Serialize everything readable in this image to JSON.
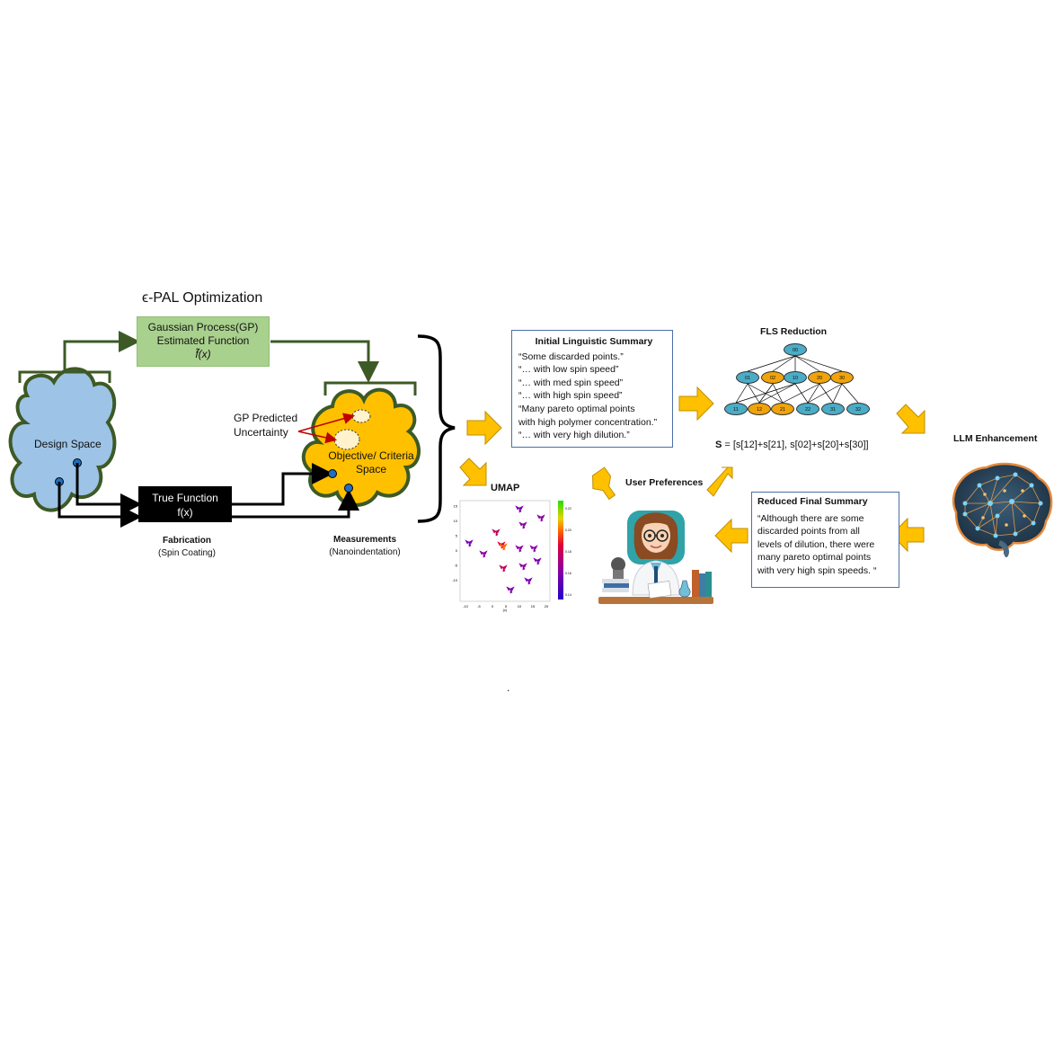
{
  "title": "ϵ-PAL Optimization",
  "gp_box": {
    "line1": "Gaussian Process(GP)",
    "line2": "Estimated Function",
    "line3": "f̃(x)"
  },
  "design_space": "Design Space",
  "true_function": {
    "line1": "True Function",
    "line2": "f(x)"
  },
  "fabrication": {
    "title": "Fabrication",
    "subtitle": "(Spin Coating)"
  },
  "measurements": {
    "title": "Measurements",
    "subtitle": "(Nanoindentation)"
  },
  "objective_space": {
    "line1": "Objective/ Criteria",
    "line2": "Space"
  },
  "gp_uncertainty": {
    "line1": "GP Predicted",
    "line2": "Uncertainty"
  },
  "initial_summary": {
    "title": "Initial Linguistic Summary",
    "lines": [
      "“Some discarded points.”",
      "“… with low spin speed”",
      "“… with med spin speed”",
      "“… with high spin speed”",
      "“Many pareto optimal points",
      "with high polymer concentration.”",
      "“… with very high dilution.”"
    ]
  },
  "fls": {
    "title": "FLS Reduction",
    "root": "00",
    "level1": [
      "01",
      "02",
      "10",
      "20",
      "30"
    ],
    "level2": [
      "11",
      "12",
      "21",
      "22",
      "31",
      "32"
    ],
    "formula_var": "S",
    "formula_rest": " = [s[12]+s[21],  s[02]+s[20]+s[30]]"
  },
  "llm": "LLM Enhancement",
  "umap": {
    "title": "UMAP",
    "xlabel": "(c)",
    "xticks": [
      "-10",
      "-5",
      "0",
      "5",
      "10",
      "15",
      "20"
    ],
    "yticks": [
      "15",
      "10",
      "5",
      "0",
      "-5",
      "-10"
    ],
    "cbar_ticks": [
      "0.22",
      "0.20",
      "0.18",
      "0.16",
      "0.14"
    ]
  },
  "user_preferences": "User Preferences",
  "final_summary": {
    "title": "Reduced Final Summary",
    "lines": [
      "“Although there are some",
      "discarded points from all",
      "levels of dilution, there were",
      "many pareto optimal points",
      "with very high spin speeds. “"
    ]
  },
  "colors": {
    "gp_green": "#a9d18e",
    "dark_green": "#3d5a26",
    "design_blue": "#9dc3e6",
    "objective_yellow": "#ffc000",
    "arrow_yellow": "#ffc000",
    "node_blue": "#4bacc6",
    "node_orange": "#f0a30a",
    "summary_border": "#4a6fa5"
  },
  "decorations": {
    "dot": "."
  }
}
